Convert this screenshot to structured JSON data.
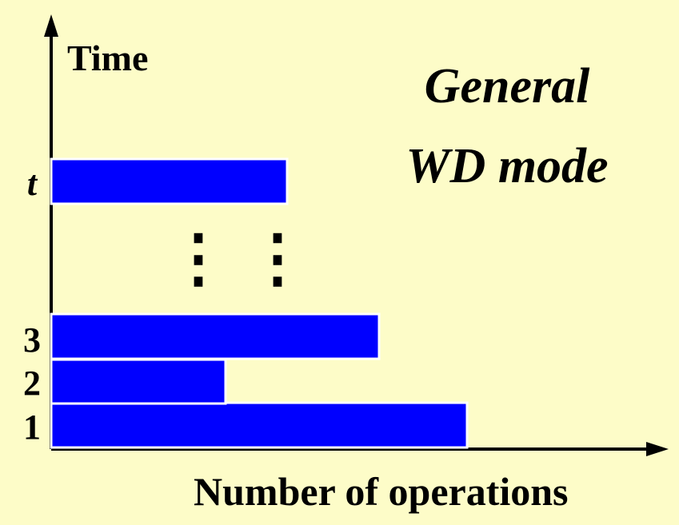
{
  "axes": {
    "y_label": "Time",
    "x_label": "Number of operations"
  },
  "title": {
    "line1": "General",
    "line2": "WD mode"
  },
  "bars": [
    {
      "label": "1",
      "value": 520
    },
    {
      "label": "2",
      "value": 218
    },
    {
      "label": "3",
      "value": 410
    },
    {
      "label": "t",
      "value": 295
    }
  ],
  "ellipsis": "⋮",
  "colors": {
    "background": "#fdfcc8",
    "bar_fill": "#0000ff",
    "bar_outline": "#ffffff",
    "axis": "#000000"
  }
}
